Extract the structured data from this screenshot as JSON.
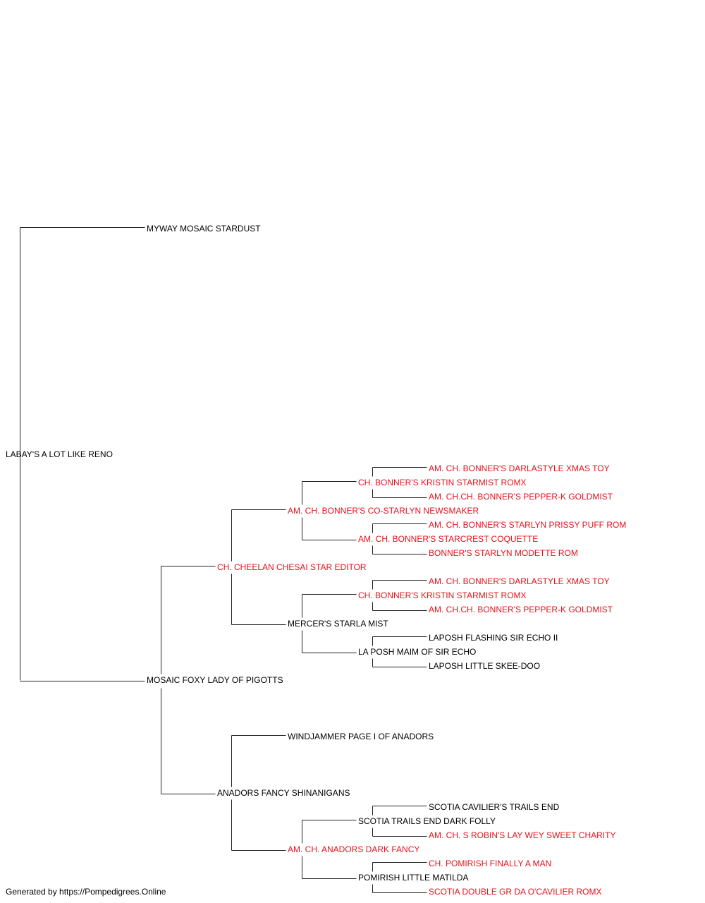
{
  "pedigree": {
    "subject": {
      "name": "LABAY'S A LOT LIKE RENO",
      "champion": false
    },
    "sire": {
      "name": "MYWAY MOSAIC STARDUST",
      "champion": false
    },
    "dam": {
      "name": "MOSAIC FOXY LADY OF PIGOTTS",
      "champion": false
    },
    "dam_sire": {
      "name": "CH. CHEELAN CHESAI STAR EDITOR",
      "champion": true
    },
    "dam_dam": {
      "name": "ANADORS FANCY SHINANIGANS",
      "champion": false
    },
    "dsire_sire": {
      "name": "AM. CH. BONNER'S CO-STARLYN NEWSMAKER",
      "champion": true
    },
    "dsire_dam": {
      "name": "MERCER'S STARLA MIST",
      "champion": false
    },
    "ddam_sire": {
      "name": "WINDJAMMER PAGE I OF ANADORS",
      "champion": false
    },
    "ddam_dam": {
      "name": "AM. CH. ANADORS DARK FANCY",
      "champion": true
    },
    "g4_1": {
      "name": "CH. BONNER'S KRISTIN STARMIST ROMX",
      "champion": true
    },
    "g4_2": {
      "name": "AM. CH. BONNER'S STARCREST COQUETTE",
      "champion": true
    },
    "g4_3": {
      "name": "CH. BONNER'S KRISTIN STARMIST ROMX",
      "champion": true
    },
    "g4_4": {
      "name": "LA POSH MAIM OF SIR ECHO",
      "champion": false
    },
    "g4_5": {
      "name": "SCOTIA TRAILS END DARK FOLLY",
      "champion": false
    },
    "g4_6": {
      "name": "POMIRISH LITTLE MATILDA",
      "champion": false
    },
    "g5_1": {
      "name": "AM. CH. BONNER'S DARLASTYLE XMAS TOY",
      "champion": true
    },
    "g5_2": {
      "name": "AM. CH.CH. BONNER'S PEPPER-K GOLDMIST",
      "champion": true
    },
    "g5_3": {
      "name": "AM. CH. BONNER'S STARLYN PRISSY PUFF ROM",
      "champion": true
    },
    "g5_4": {
      "name": "BONNER'S STARLYN MODETTE ROM",
      "champion": true
    },
    "g5_5": {
      "name": "AM. CH. BONNER'S DARLASTYLE XMAS TOY",
      "champion": true
    },
    "g5_6": {
      "name": "AM. CH.CH. BONNER'S PEPPER-K GOLDMIST",
      "champion": true
    },
    "g5_7": {
      "name": "LAPOSH FLASHING SIR ECHO II",
      "champion": false
    },
    "g5_8": {
      "name": "LAPOSH LITTLE SKEE-DOO",
      "champion": false
    },
    "g5_9": {
      "name": "SCOTIA CAVILIER'S TRAILS END",
      "champion": false
    },
    "g5_10": {
      "name": "AM. CH. S ROBIN'S LAY WEY SWEET CHARITY",
      "champion": true
    },
    "g5_11": {
      "name": "CH. POMIRISH FINALLY A MAN",
      "champion": true
    },
    "g5_12": {
      "name": "SCOTIA DOUBLE GR DA O'CAVILIER ROMX",
      "champion": true
    }
  },
  "colors": {
    "champion": "#e8101a",
    "normal": "#000000",
    "line": "#222222"
  },
  "footer": "Generated by https://Pompedigrees.Online"
}
